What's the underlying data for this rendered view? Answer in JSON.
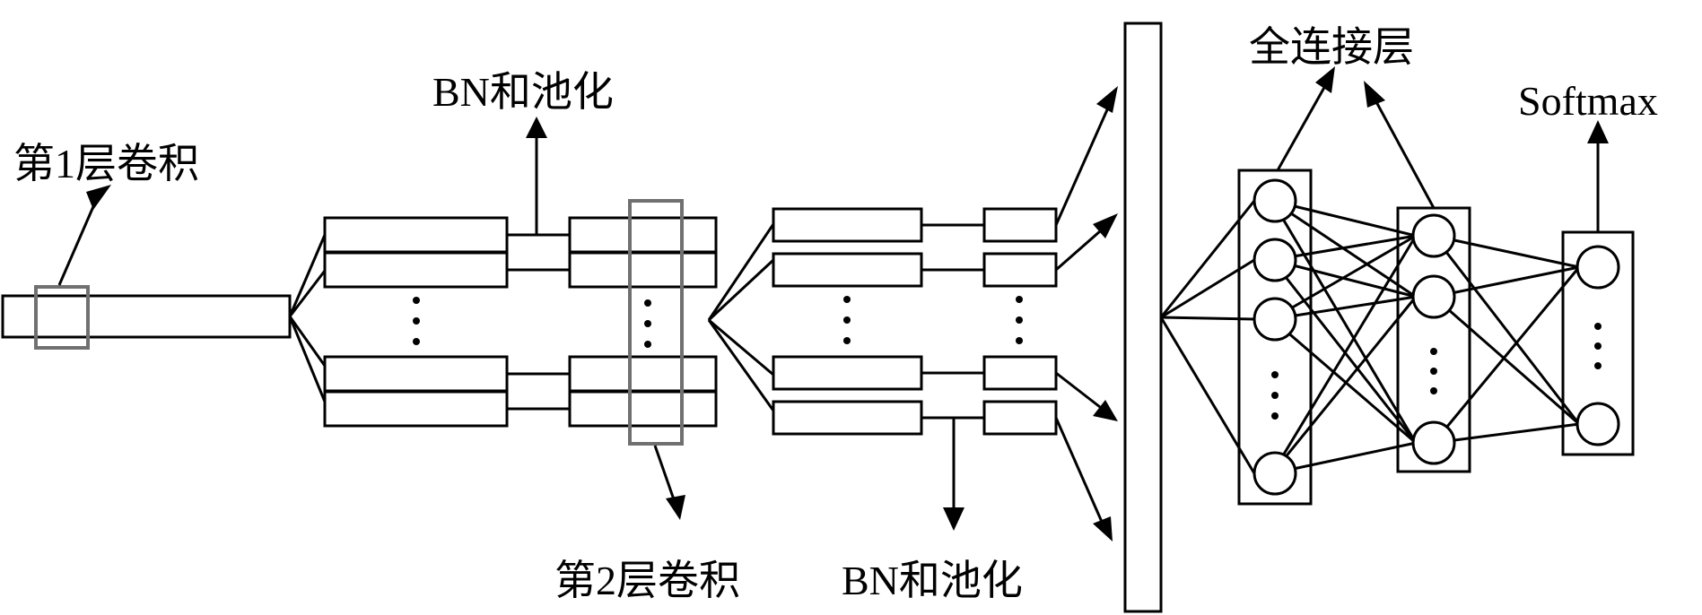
{
  "labels": {
    "conv1": "第1层卷积",
    "bn_pool_top": "BN和池化",
    "conv2": "第2层卷积",
    "bn_pool_bottom": "BN和池化",
    "fc": "全连接层",
    "softmax": "Softmax"
  }
}
